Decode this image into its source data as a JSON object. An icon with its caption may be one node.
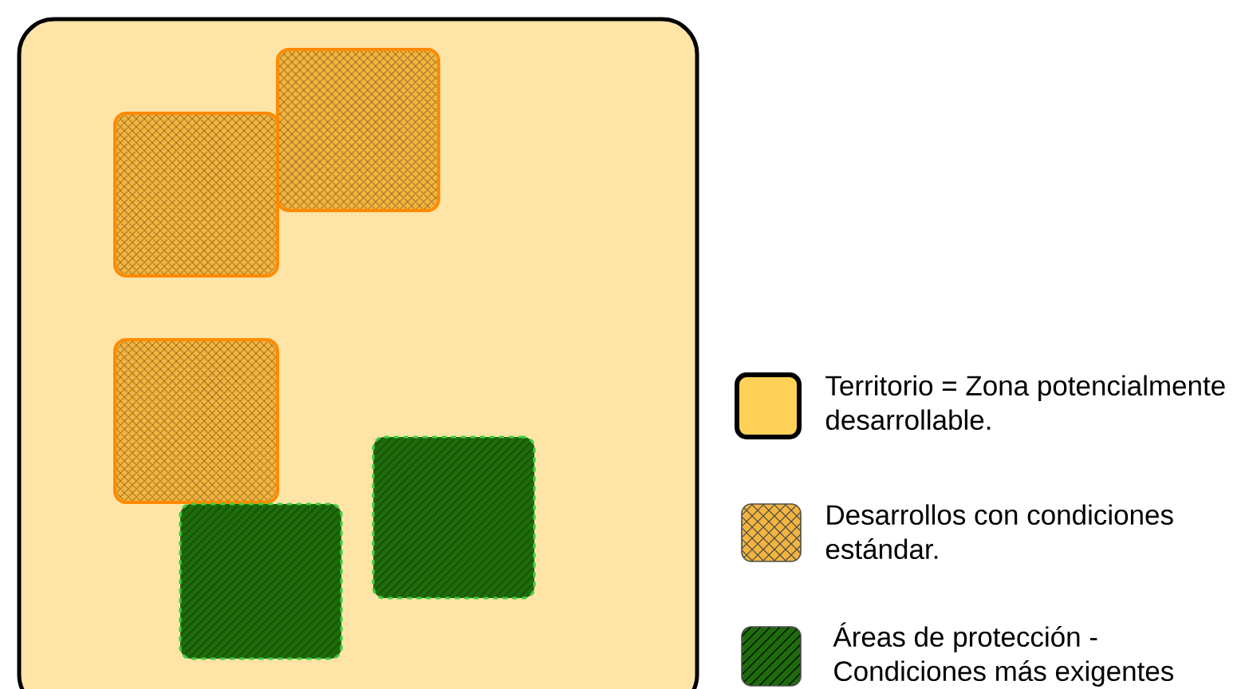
{
  "diagram": {
    "nodes": [
      {
        "text": [],
        "shape": "box"
      },
      {
        "text": [],
        "shape": "box",
        "in": 0
      },
      {
        "text": [],
        "shape": "box",
        "in": 0
      },
      {
        "text": [],
        "shape": "box",
        "in": 0
      },
      {
        "text": [],
        "shape": "box",
        "in": 0
      },
      {
        "text": [],
        "shape": "box",
        "in": 0
      }
    ],
    "edges": [],
    "legend": [
      {
        "text": "Territorio = Zona potencialmente desarrollable.",
        "color": "#ffd257"
      },
      {
        "text": "Desarrollos con condiciones estándar."
      },
      {
        "text": "Áreas de protección - Condiciones más exigentes"
      }
    ]
  }
}
